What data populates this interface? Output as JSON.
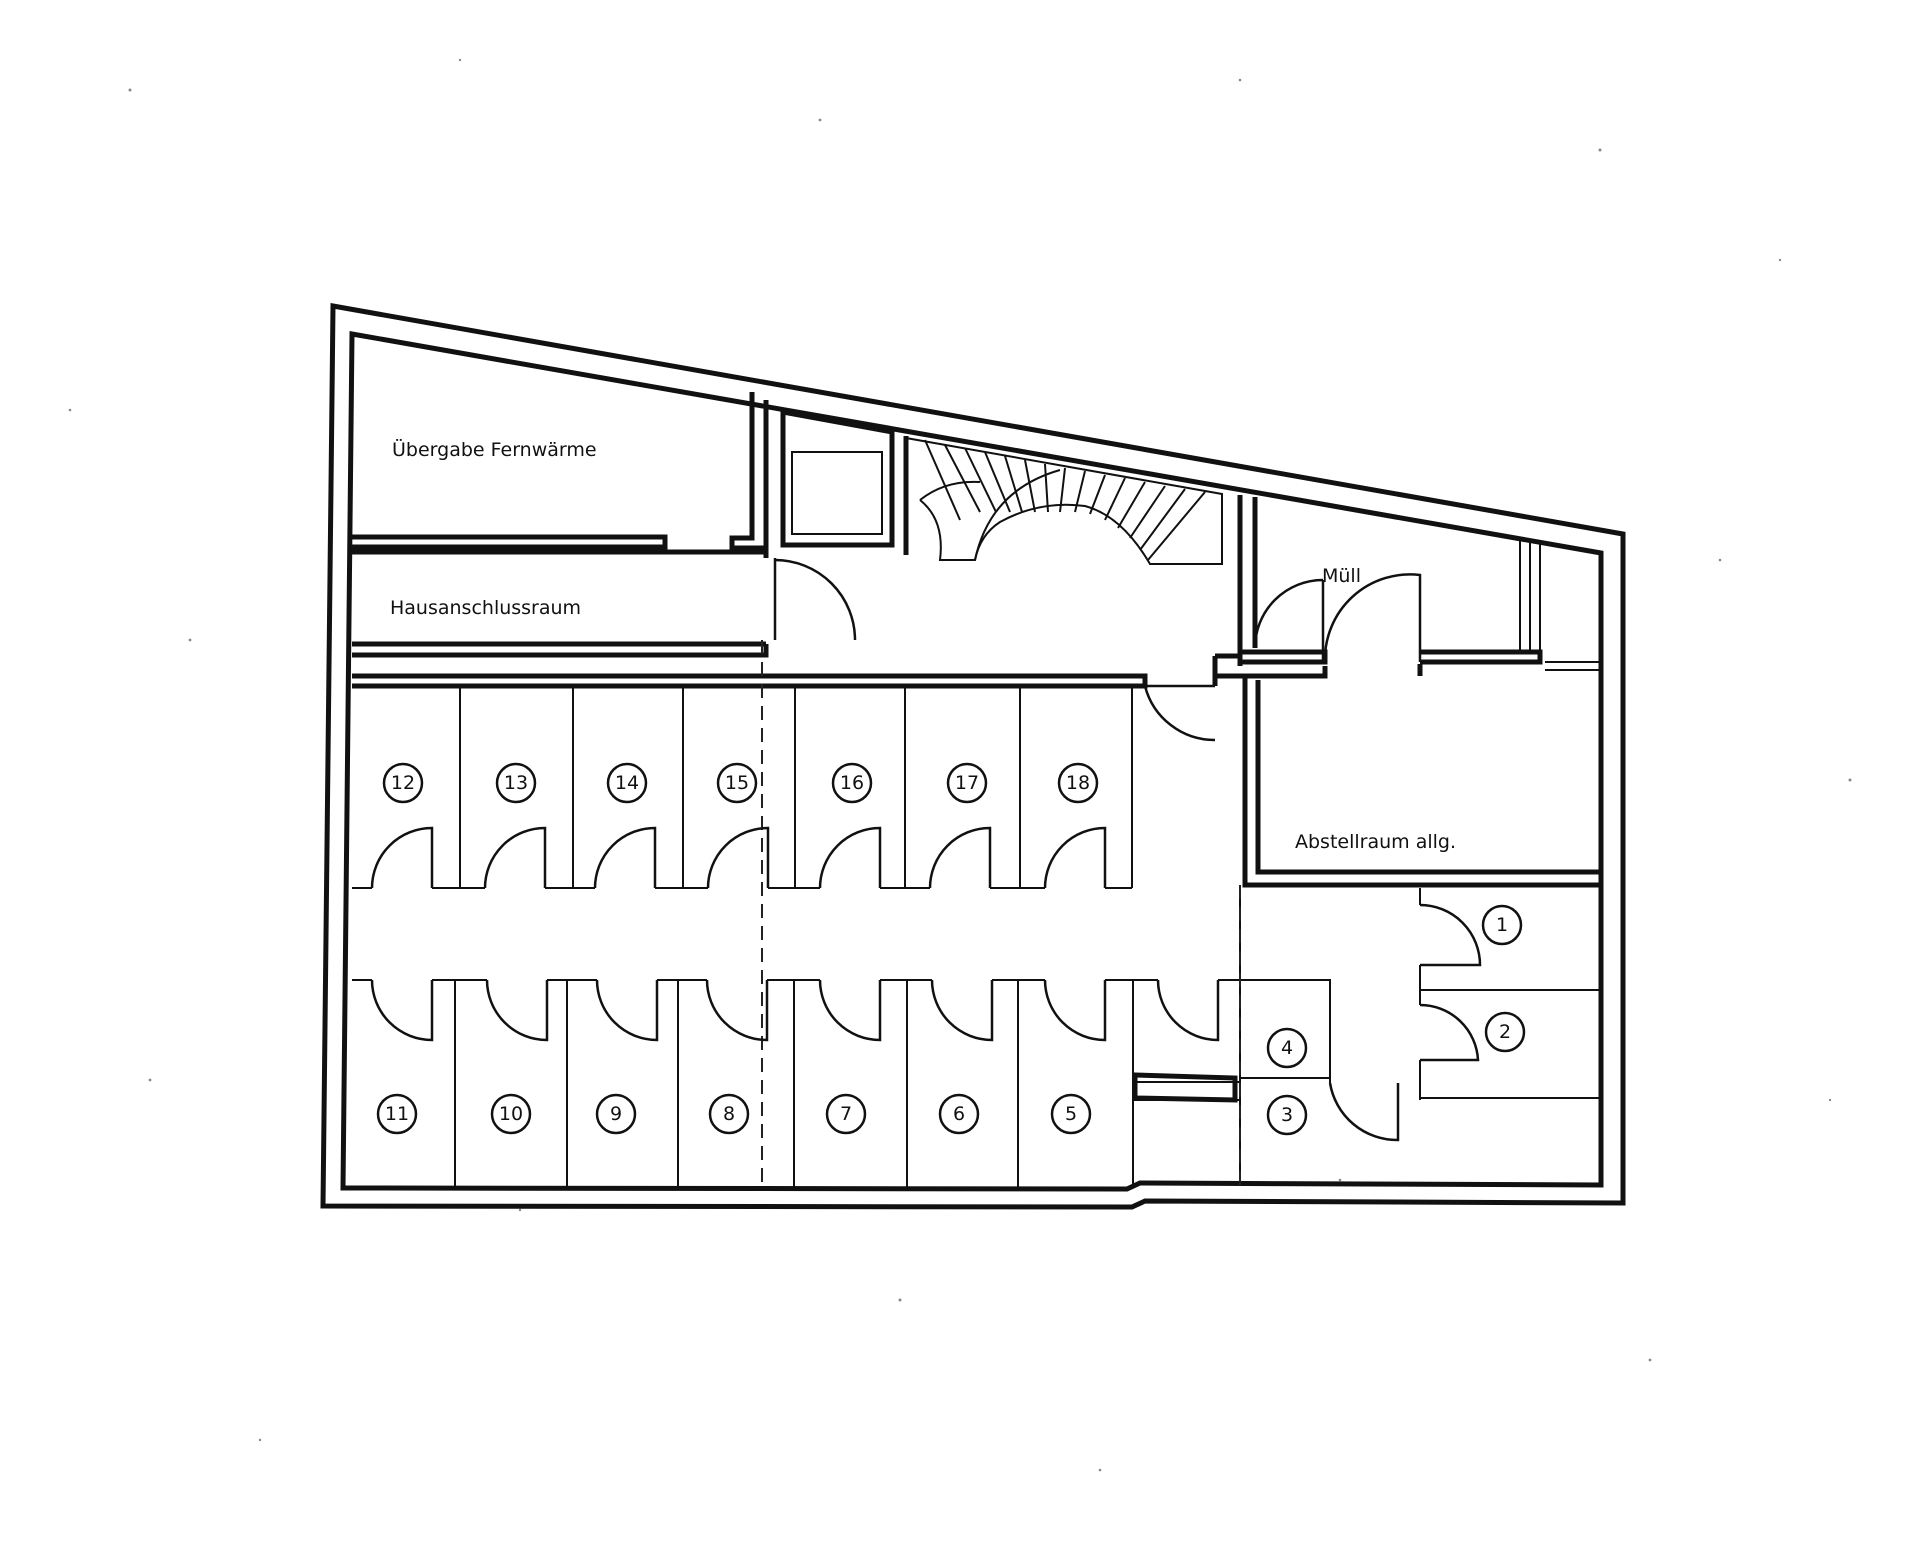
{
  "rooms": {
    "fernwaerme": "Übergabe Fernwärme",
    "hausanschluss": "Hausanschlussraum",
    "muell": "Müll",
    "abstellraum": "Abstellraum allg."
  },
  "cellars": [
    "1",
    "2",
    "3",
    "4",
    "5",
    "6",
    "7",
    "8",
    "9",
    "10",
    "11",
    "12",
    "13",
    "14",
    "15",
    "16",
    "17",
    "18"
  ]
}
